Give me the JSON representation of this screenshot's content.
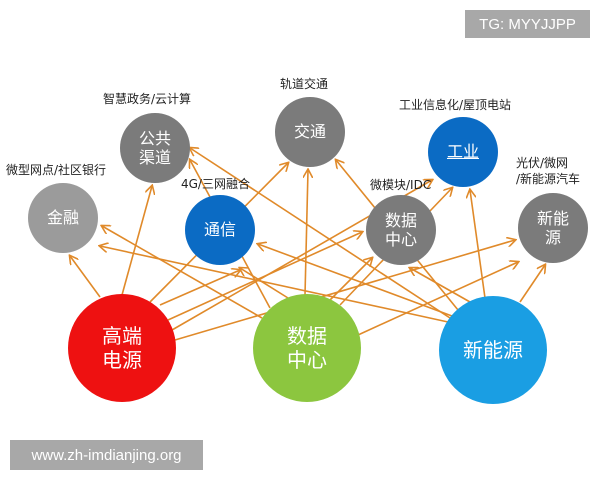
{
  "watermarks": {
    "top_right": "TG: MYYJJPP",
    "bottom_left": "www.zh-imdianjing.org"
  },
  "colors": {
    "arrow": "#e08a2a",
    "gray_light": "#9b9b9b",
    "gray": "#7b7b7b",
    "blue": "#0b6bc4",
    "red": "#ee1111",
    "green": "#8cc63f",
    "cyan": "#1a9ee3"
  },
  "sources": [
    {
      "id": "power",
      "label": "高端\n电源",
      "color": "#ee1111"
    },
    {
      "id": "datacenter",
      "label": "数据\n中心",
      "color": "#8cc63f"
    },
    {
      "id": "newenergy",
      "label": "新能源",
      "color": "#1a9ee3"
    }
  ],
  "targets": [
    {
      "id": "finance",
      "label": "金融",
      "caption": "微型网点/社区银行",
      "color": "#9b9b9b"
    },
    {
      "id": "public",
      "label": "公共\n渠道",
      "caption": "智慧政务/云计算",
      "color": "#7b7b7b"
    },
    {
      "id": "telecom",
      "label": "通信",
      "caption": "4G/三网融合",
      "color": "#0b6bc4"
    },
    {
      "id": "transport",
      "label": "交通",
      "caption": "轨道交通",
      "color": "#7b7b7b"
    },
    {
      "id": "idc",
      "label": "数据\n中心",
      "caption": "微模块/IDC",
      "color": "#7b7b7b"
    },
    {
      "id": "industry",
      "label": "工业",
      "caption": "工业信息化/屋顶电站",
      "color": "#0b6bc4"
    },
    {
      "id": "renew",
      "label": "新能\n源",
      "caption": "光伏/微网\n/新能源汽车",
      "color": "#7b7b7b"
    }
  ]
}
